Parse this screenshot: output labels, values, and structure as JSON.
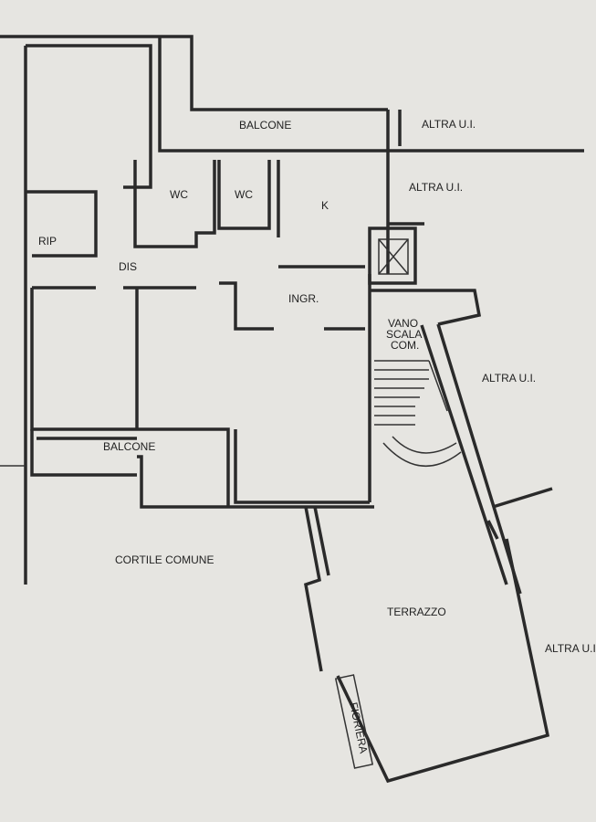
{
  "labels": {
    "balcone_top": "BALCONE",
    "altra_1": "ALTRA U.I.",
    "altra_2": "ALTRA U.I.",
    "altra_3": "ALTRA U.I.",
    "altra_4": "ALTRA U.I.",
    "wc1": "WC",
    "wc2": "WC",
    "k": "K",
    "rip": "RIP",
    "dis": "DIS",
    "ingr": "INGR.",
    "vano1": "VANO",
    "vano2": "SCALA",
    "vano3": "COM.",
    "balcone_bottom": "BALCONE",
    "cortile": "CORTILE COMUNE",
    "terrazzo": "TERRAZZO",
    "fioriera": "FIORIERA"
  }
}
